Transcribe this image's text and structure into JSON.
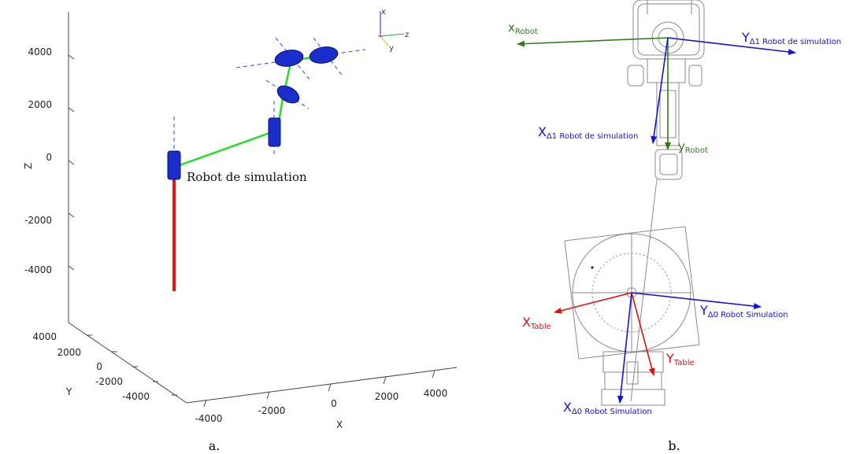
{
  "panel_a": {
    "caption": "a.",
    "robot_label": "Robot de simulation",
    "z_axis": {
      "title": "Z",
      "ticks": [
        "4000",
        "2000",
        "0",
        "-2000",
        "-4000"
      ]
    },
    "y_axis": {
      "title": "Y",
      "ticks": [
        "4000",
        "2000",
        "0",
        "-2000",
        "-4000"
      ]
    },
    "x_axis": {
      "title": "X",
      "ticks": [
        "-4000",
        "-2000",
        "0",
        "2000",
        "4000"
      ]
    },
    "triad": {
      "x": "x",
      "y": "y",
      "z": "z"
    }
  },
  "panel_b": {
    "caption": "b.",
    "labels": {
      "x_robot_main": "x",
      "x_robot_sub": "Robot",
      "y_robot_main": "y",
      "y_robot_sub": "Robot",
      "y_d1_main": "Y",
      "y_d1_sub": "Δ1 Robot de simulation",
      "x_d1_main": "X",
      "x_d1_sub": "Δ1 Robot de simulation",
      "x_table_main": "X",
      "x_table_sub": "Table",
      "y_table_main": "Y",
      "y_table_sub": "Table",
      "y_d0_main": "Y",
      "y_d0_sub": "Δ0 Robot Simulation",
      "x_d0_main": "X",
      "x_d0_sub": "Δ0 Robot Simulation"
    }
  },
  "colors": {
    "robot_frame": "#2e7d16",
    "simulation_frame": "#1010e0",
    "table_frame": "#e01010",
    "link": "#22dd22",
    "base": "#ee1111",
    "joint": "#1a2ecc"
  }
}
